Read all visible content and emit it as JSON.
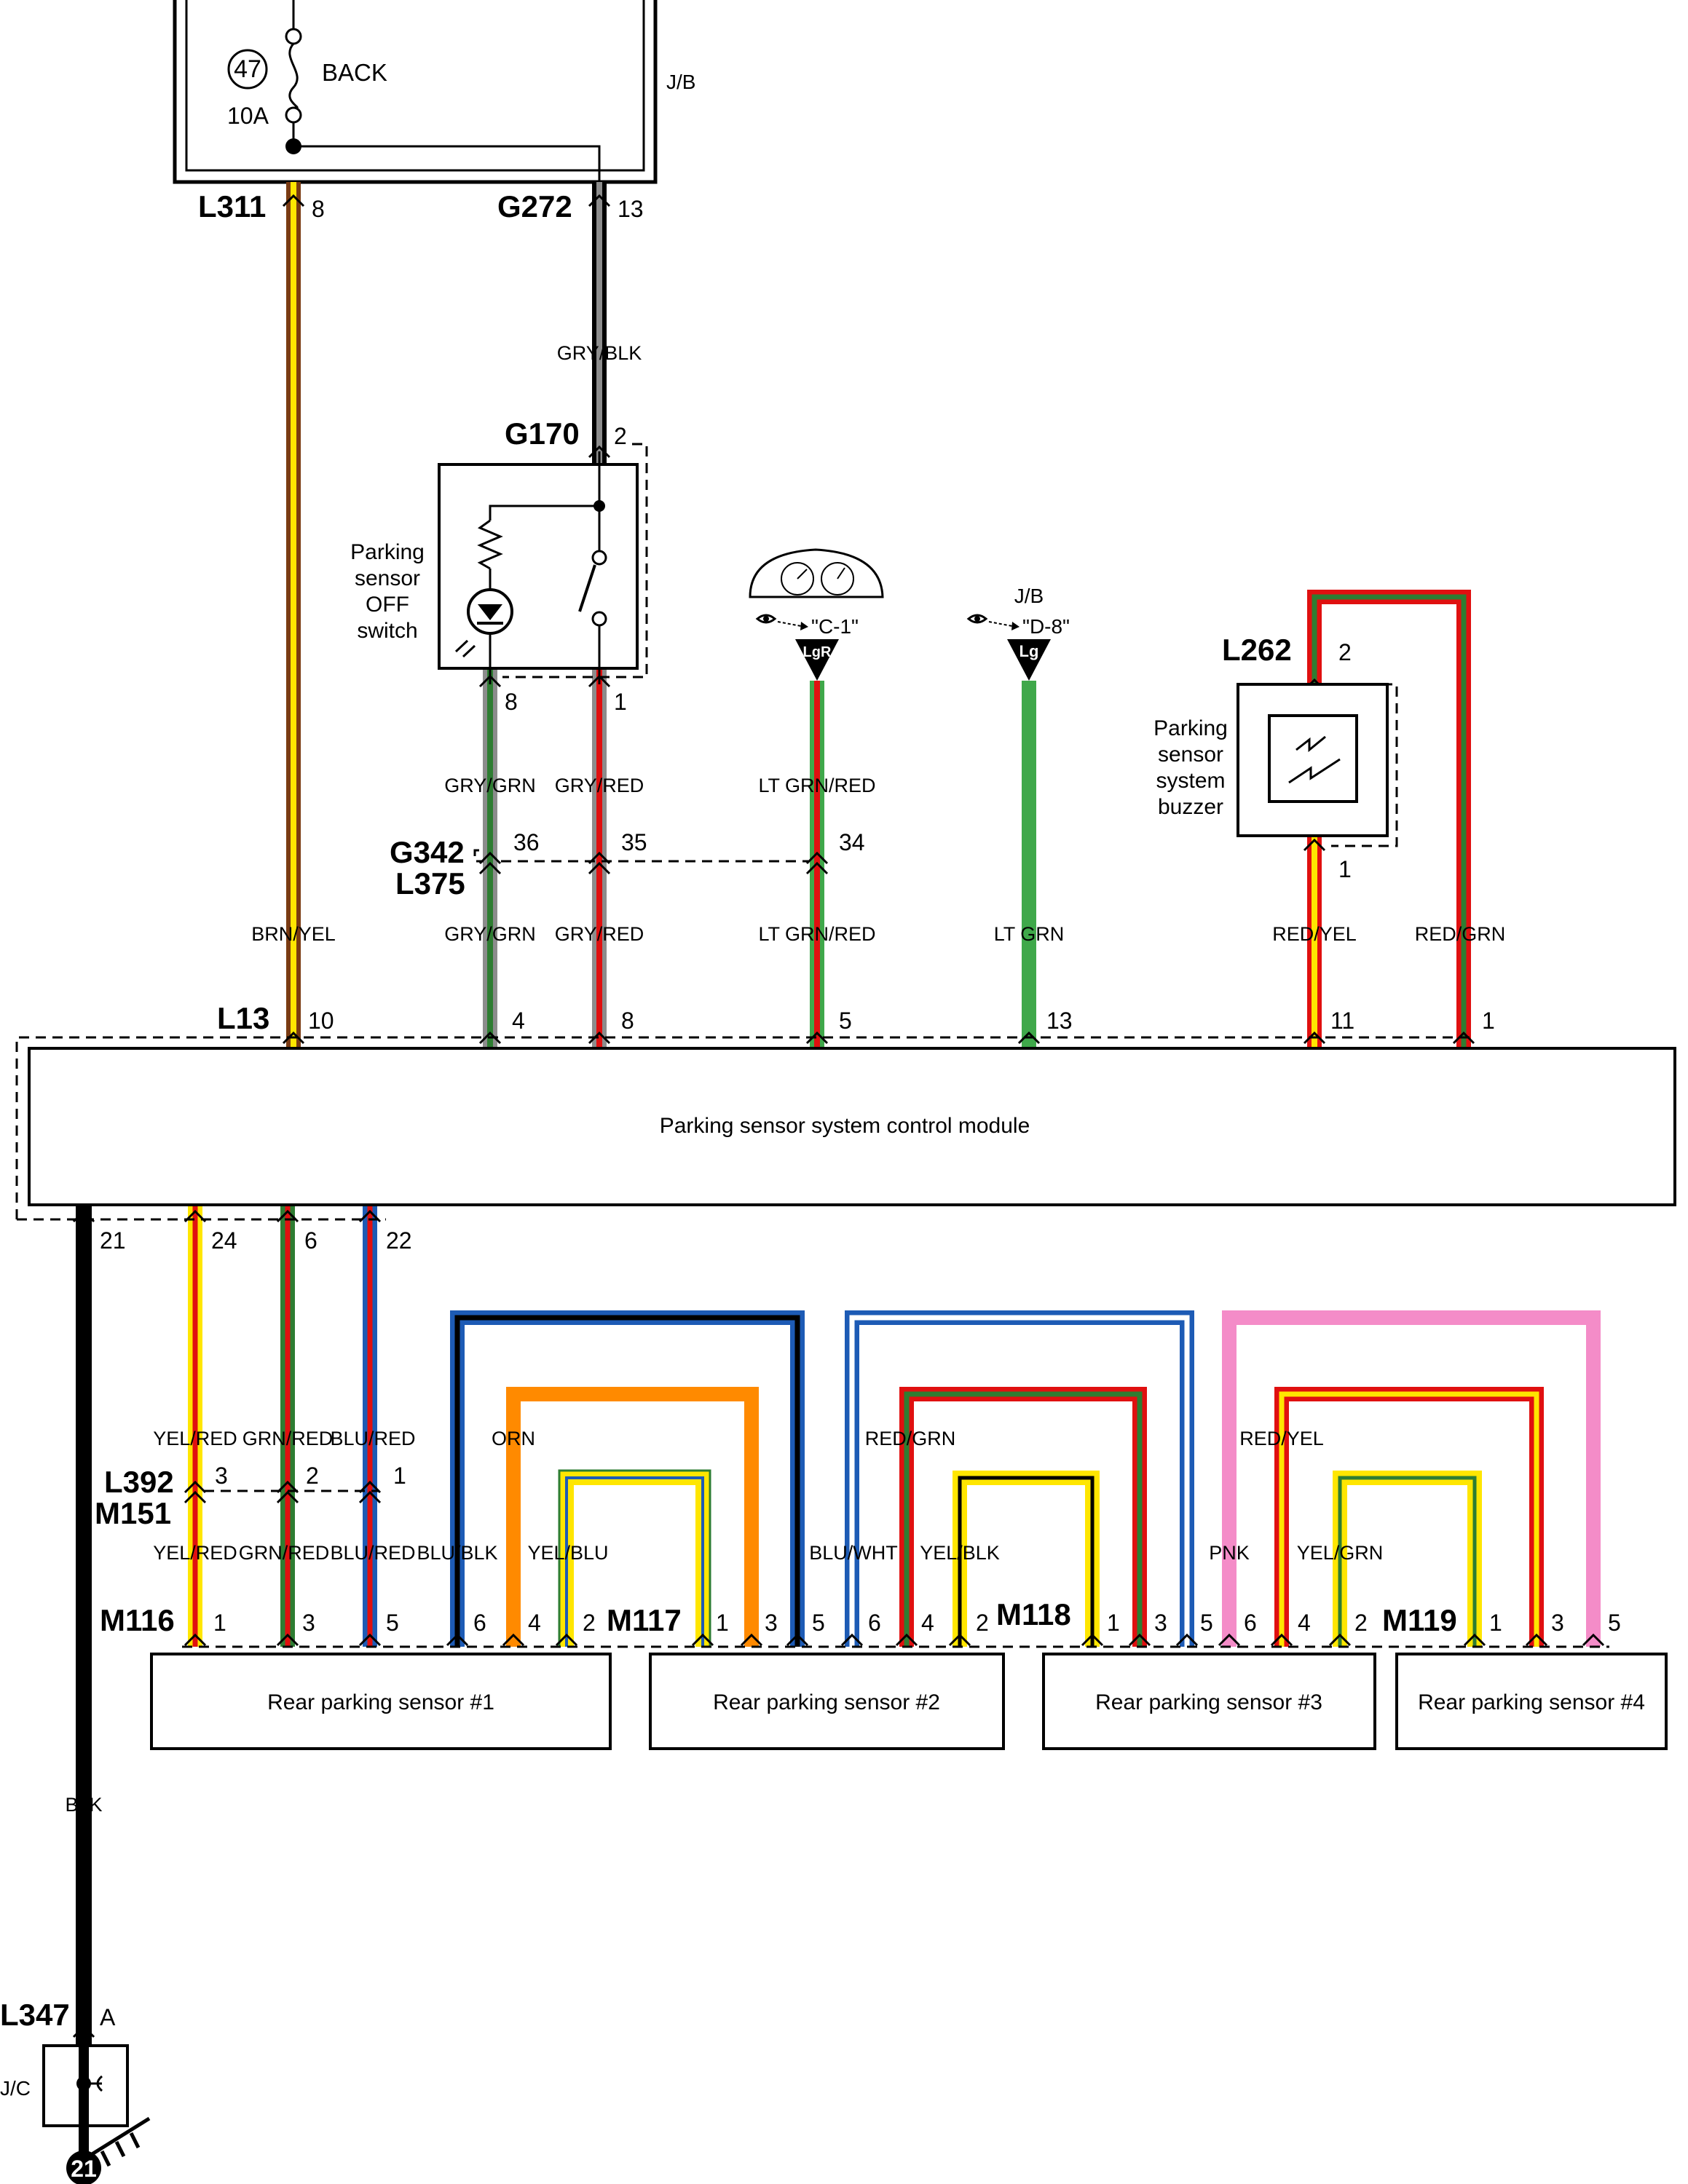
{
  "fuse": {
    "number": "47",
    "name": "BACK",
    "rating": "10A",
    "box": "J/B"
  },
  "connectors": {
    "L311": "L311",
    "G272": "G272",
    "G170": "G170",
    "L262": "L262",
    "G342": "G342",
    "L375": "L375",
    "L13": "L13",
    "L392": "L392",
    "M151": "M151",
    "M116": "M116",
    "M117": "M117",
    "M118": "M118",
    "M119": "M119",
    "L347": "L347"
  },
  "pins": {
    "l311": "8",
    "g272": "13",
    "g170_top": "2",
    "sw_left": "8",
    "sw_right": "1",
    "j36": "36",
    "j35": "35",
    "j34": "34",
    "l262_top": "2",
    "l262_bot": "1",
    "m10": "10",
    "m4": "4",
    "m8": "8",
    "m5": "5",
    "m13": "13",
    "m11": "11",
    "m1": "1",
    "b21": "21",
    "b24": "24",
    "b6": "6",
    "b22": "22",
    "l392_3": "3",
    "l392_2": "2",
    "l392_1": "1",
    "s1_1": "1",
    "s1_3": "3",
    "s1_5": "5",
    "s1_6": "6",
    "s1_4": "4",
    "s1_2": "2",
    "s2_1": "1",
    "s2_3": "3",
    "s2_5": "5",
    "s2_6": "6",
    "s2_4": "4",
    "s2_2": "2",
    "s3_1": "1",
    "s3_3": "3",
    "s3_5": "5",
    "s3_6": "6",
    "s3_4": "4",
    "s3_2": "2",
    "s4_1": "1",
    "s4_3": "3",
    "s4_5": "5",
    "l347": "A",
    "ground": "21"
  },
  "wires": {
    "gry_blk": "GRY/BLK",
    "gry_grn": "GRY/GRN",
    "gry_red": "GRY/RED",
    "ltgrn_red": "LT GRN/RED",
    "brn_yel": "BRN/YEL",
    "lt_grn": "LT GRN",
    "red_yel": "RED/YEL",
    "red_grn": "RED/GRN",
    "yel_red": "YEL/RED",
    "grn_red": "GRN/RED",
    "blu_red": "BLU/RED",
    "orn": "ORN",
    "blu_blk": "BLU/BLK",
    "yel_blu": "YEL/BLU",
    "blu_wht": "BLU/WHT",
    "yel_blk": "YEL/BLK",
    "pnk": "PNK",
    "yel_grn": "YEL/GRN",
    "blk": "BLK"
  },
  "refs": {
    "meter_ref": "\"C-1\"",
    "meter_tag": "LgR",
    "jb_ref": "\"D-8\"",
    "jb_label": "J/B",
    "jb_tag": "Lg",
    "jc_label": "J/C"
  },
  "components": {
    "switch": [
      "Parking",
      "sensor",
      "OFF",
      "switch"
    ],
    "buzzer": [
      "Parking",
      "sensor",
      "system",
      "buzzer"
    ],
    "module": "Parking sensor system control module",
    "sensor1": "Rear parking sensor #1",
    "sensor2": "Rear parking sensor #2",
    "sensor3": "Rear parking sensor #3",
    "sensor4": "Rear parking sensor #4"
  },
  "colors": {
    "brown": "#7a3b12",
    "yellow": "#ffe600",
    "gray": "#8c8c8c",
    "red": "#e01010",
    "green": "#3fa84a",
    "dkgreen": "#2e7d32",
    "blue": "#1d5bb5",
    "orange": "#ff8a00",
    "pink": "#f48cc8",
    "black": "#000000",
    "white": "#ffffff"
  }
}
